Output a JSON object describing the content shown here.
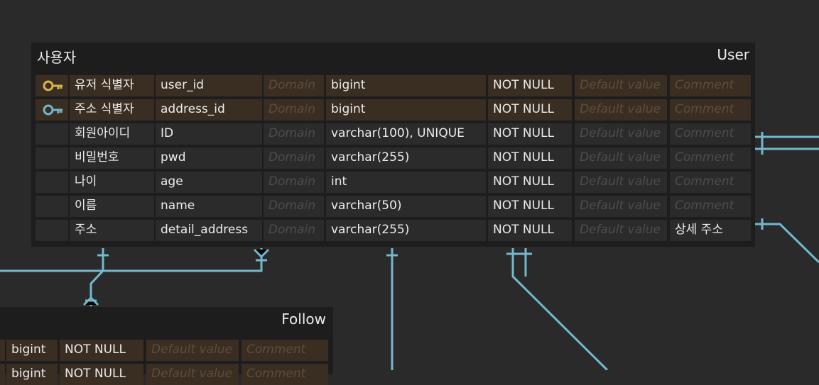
{
  "user_table": {
    "logical_name": "사용자",
    "physical_name": "User",
    "columns": [
      {
        "key": "primary-key-icon",
        "logical": "유저 식별자",
        "physical": "user_id",
        "domain": "Domain",
        "type": "bigint",
        "nullable": "NOT NULL",
        "default": "Default value",
        "comment": "Comment",
        "is_key": true
      },
      {
        "key": "foreign-key-icon",
        "logical": "주소 식별자",
        "physical": "address_id",
        "domain": "Domain",
        "type": "bigint",
        "nullable": "NOT NULL",
        "default": "Default value",
        "comment": "Comment",
        "is_key": true
      },
      {
        "key": "",
        "logical": "회원아이디",
        "physical": "ID",
        "domain": "Domain",
        "type": "varchar(100), UNIQUE",
        "nullable": "NOT NULL",
        "default": "Default value",
        "comment": "Comment",
        "is_key": false
      },
      {
        "key": "",
        "logical": "비밀번호",
        "physical": "pwd",
        "domain": "Domain",
        "type": "varchar(255)",
        "nullable": "NOT NULL",
        "default": "Default value",
        "comment": "Comment",
        "is_key": false
      },
      {
        "key": "",
        "logical": "나이",
        "physical": "age",
        "domain": "Domain",
        "type": "int",
        "nullable": "NOT NULL",
        "default": "Default value",
        "comment": "Comment",
        "is_key": false
      },
      {
        "key": "",
        "logical": "이름",
        "physical": "name",
        "domain": "Domain",
        "type": "varchar(50)",
        "nullable": "NOT NULL",
        "default": "Default value",
        "comment": "Comment",
        "is_key": false
      },
      {
        "key": "",
        "logical": "주소",
        "physical": "detail_address",
        "domain": "Domain",
        "type": "varchar(255)",
        "nullable": "NOT NULL",
        "default": "Default value",
        "comment": "상세 주소",
        "comment_filled": true,
        "is_key": false
      }
    ]
  },
  "follow_table": {
    "physical_name": "Follow",
    "columns": [
      {
        "type": "bigint",
        "nullable": "NOT NULL",
        "default": "Default value",
        "comment": "Comment",
        "is_key": true
      },
      {
        "type": "bigint",
        "nullable": "NOT NULL",
        "default": "Default value",
        "comment": "Comment",
        "is_key": true
      }
    ]
  },
  "colors": {
    "background": "#2a2a2b",
    "entity": "#1d1d1e",
    "key_row": "#3a2e22",
    "row": "#2b2b2c",
    "relation_line": "#73b8cc",
    "primary_key_icon": "#d9b44a",
    "foreign_key_icon": "#6fb7c9"
  }
}
